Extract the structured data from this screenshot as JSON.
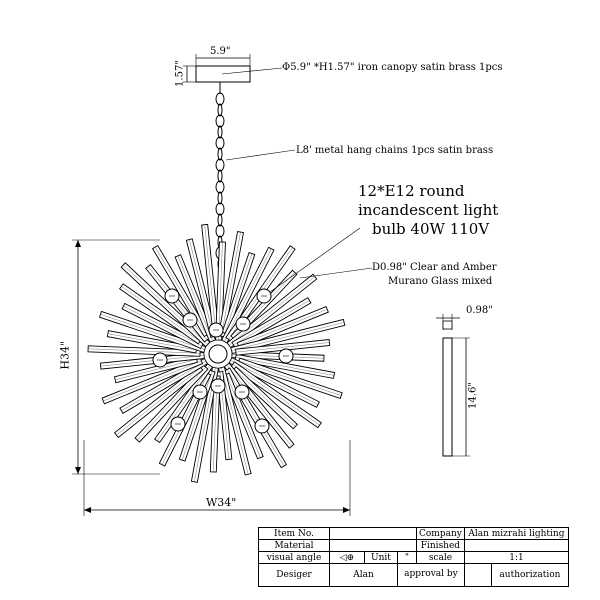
{
  "dimensions": {
    "canopy_width": "5.9\"",
    "canopy_height": "1.57\"",
    "overall_height": "H34\"",
    "overall_width": "W34\"",
    "rod_diameter": "0.98\"",
    "rod_length": "14.6\""
  },
  "callouts": {
    "canopy": "Φ5.9\" *H1.57\" iron canopy satin brass 1pcs",
    "chain": "L8' metal hang chains 1pcs  satin brass",
    "bulb_line1": "12*E12 round",
    "bulb_line2": "incandescent light",
    "bulb_line3": "bulb  40W 110V",
    "glass_line1": "D0.98\" Clear and Amber",
    "glass_line2": "Murano Glass  mixed"
  },
  "title_block": {
    "item_no_label": "Item No.",
    "item_no_value": "",
    "company_label": "Company",
    "company_value": "Alan mizrahi lighting",
    "material_label": "Material",
    "material_value": "",
    "finished_label": "Finished",
    "finished_value": "",
    "visual_angle_label": "visual angle",
    "visual_angle_symbol": "◁⊕",
    "unit_label": "Unit",
    "unit_value": "\"",
    "scale_label": "scale",
    "scale_value": "1:1",
    "designer_label": "Desiger",
    "designer_value": "Alan",
    "approval_label": "approval by",
    "approval_value": "",
    "authorization_label": "authorization"
  }
}
